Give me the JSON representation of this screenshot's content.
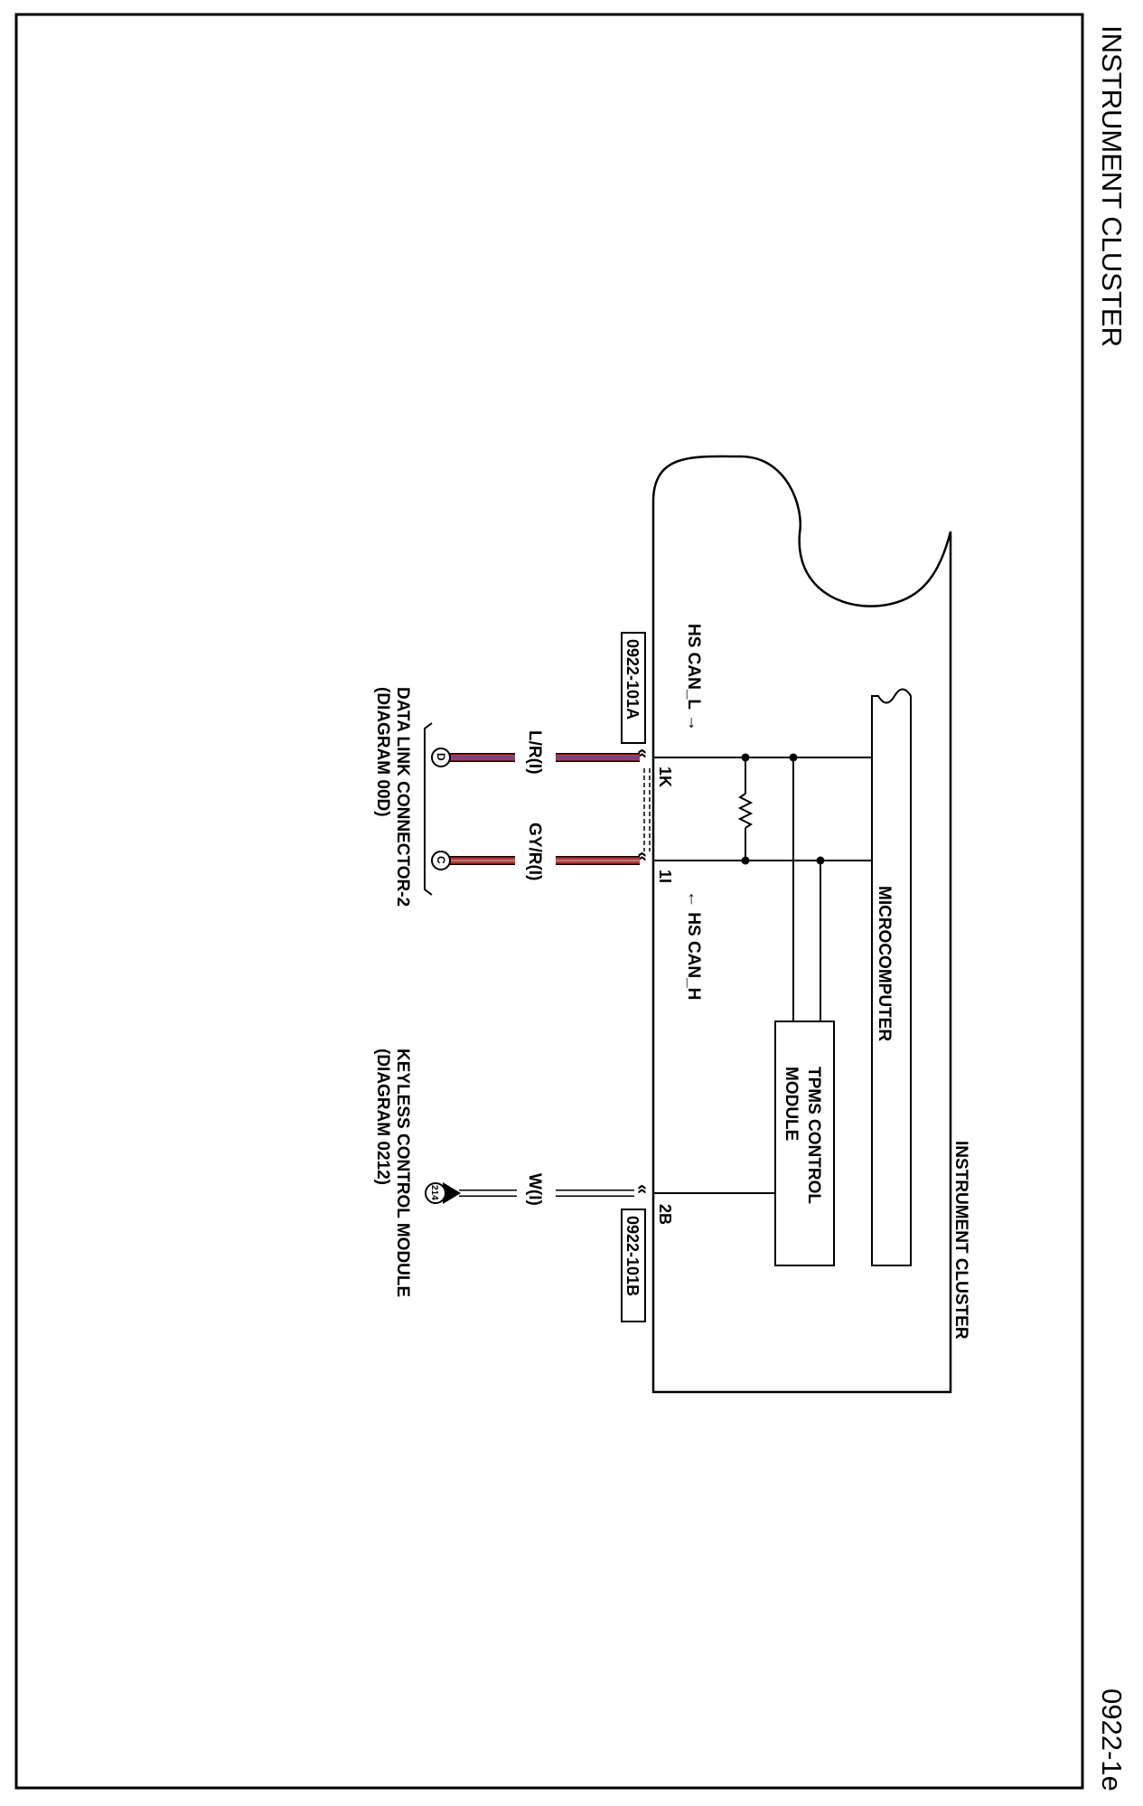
{
  "header": {
    "title": "INSTRUMENT CLUSTER",
    "page_code": "0922-1e"
  },
  "cluster": {
    "label": "INSTRUMENT CLUSTER",
    "microcomputer_label": "MICROCOMPUTER",
    "tpms_label_line1": "TPMS CONTROL",
    "tpms_label_line2": "MODULE",
    "hs_can_l": "HS CAN_L →",
    "hs_can_h": "← HS CAN_H"
  },
  "connectors": {
    "a": {
      "code": "0922-101A",
      "pin_1k": "1K",
      "pin_1i": "1I"
    },
    "b": {
      "code": "0922-101B",
      "pin_2b": "2B"
    }
  },
  "wires": {
    "lr": {
      "label": "L/R(I)",
      "color_main": "#d42a2a",
      "color_stripe": "#3457c8"
    },
    "gyr": {
      "label": "GY/R(I)",
      "color_main": "#d42a2a",
      "color_stripe": "#8c8c8c"
    },
    "w": {
      "label": "W(I)",
      "color_main": "#ffffff"
    }
  },
  "data_link": {
    "pin_d": "D",
    "pin_c": "C",
    "name": "DATA LINK CONNECTOR-2",
    "diagram_ref": "(DIAGRAM 00D)"
  },
  "keyless": {
    "ground_code": "214",
    "name": "KEYLESS CONTROL MODULE",
    "diagram_ref": "(DIAGRAM 0212)"
  }
}
